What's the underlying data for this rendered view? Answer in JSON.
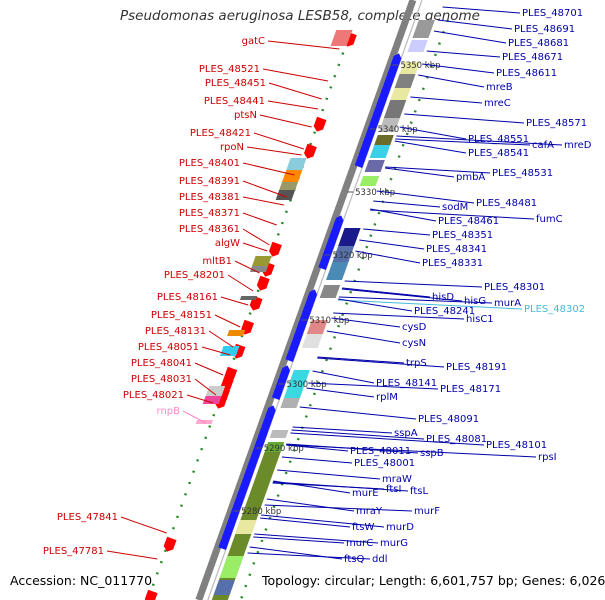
{
  "title": "Pseudomonas aeruginosa LESB58, complete genome",
  "footer": {
    "accession": "Accession: NC_011770",
    "topology": "Topology: circular; Length: 6,601,757 bp; Genes: 6,026"
  },
  "colors": {
    "backbone": "#808080",
    "forward_strand": "#1a1aff",
    "reverse_strand": "#ff0000",
    "left_label": "#cc0000",
    "right_label": "#0000aa",
    "rna_label": "#ff88cc",
    "highlight_label": "#44bbdd",
    "dotted_guide": "#2a8a2a"
  },
  "ticks": [
    {
      "label": "5350 kbp"
    },
    {
      "label": "5340 kbp"
    },
    {
      "label": "5330 kbp"
    },
    {
      "label": "5320 kbp"
    },
    {
      "label": "5310 kbp"
    },
    {
      "label": "5300 kbp"
    },
    {
      "label": "5290 kbp"
    },
    {
      "label": "5280 kbp"
    }
  ],
  "left_labels": [
    {
      "text": "gatC",
      "kind": "gene"
    },
    {
      "text": "PLES_48521",
      "kind": "gene"
    },
    {
      "text": "PLES_48451",
      "kind": "gene"
    },
    {
      "text": "PLES_48441",
      "kind": "gene"
    },
    {
      "text": "ptsN",
      "kind": "gene"
    },
    {
      "text": "PLES_48421",
      "kind": "gene"
    },
    {
      "text": "rpoN",
      "kind": "gene"
    },
    {
      "text": "PLES_48401",
      "kind": "gene"
    },
    {
      "text": "PLES_48391",
      "kind": "gene"
    },
    {
      "text": "PLES_48381",
      "kind": "gene"
    },
    {
      "text": "PLES_48371",
      "kind": "gene"
    },
    {
      "text": "PLES_48361",
      "kind": "gene"
    },
    {
      "text": "algW",
      "kind": "gene"
    },
    {
      "text": "mltB1",
      "kind": "gene"
    },
    {
      "text": "PLES_48201",
      "kind": "gene"
    },
    {
      "text": "PLES_48161",
      "kind": "gene"
    },
    {
      "text": "PLES_48151",
      "kind": "gene"
    },
    {
      "text": "PLES_48131",
      "kind": "gene"
    },
    {
      "text": "PLES_48051",
      "kind": "gene"
    },
    {
      "text": "PLES_48041",
      "kind": "gene"
    },
    {
      "text": "PLES_48031",
      "kind": "gene"
    },
    {
      "text": "PLES_48021",
      "kind": "gene"
    },
    {
      "text": "rnpB",
      "kind": "rna"
    },
    {
      "text": "PLES_47841",
      "kind": "gene"
    },
    {
      "text": "PLES_47781",
      "kind": "gene"
    }
  ],
  "right_labels": [
    {
      "text": "PLES_48701",
      "kind": "gene"
    },
    {
      "text": "PLES_48691",
      "kind": "gene"
    },
    {
      "text": "PLES_48681",
      "kind": "gene"
    },
    {
      "text": "PLES_48671",
      "kind": "gene"
    },
    {
      "text": "PLES_48611",
      "kind": "gene"
    },
    {
      "text": "mreB",
      "kind": "gene"
    },
    {
      "text": "mreC",
      "kind": "gene"
    },
    {
      "text": "PLES_48571",
      "kind": "gene"
    },
    {
      "text": "PLES_48551",
      "kind": "gene"
    },
    {
      "text": "cafA",
      "kind": "gene"
    },
    {
      "text": "mreD",
      "kind": "gene"
    },
    {
      "text": "PLES_48541",
      "kind": "gene"
    },
    {
      "text": "PLES_48531",
      "kind": "gene"
    },
    {
      "text": "pmbA",
      "kind": "gene"
    },
    {
      "text": "PLES_48481",
      "kind": "gene"
    },
    {
      "text": "sodM",
      "kind": "gene"
    },
    {
      "text": "fumC",
      "kind": "gene"
    },
    {
      "text": "PLES_48461",
      "kind": "gene"
    },
    {
      "text": "PLES_48351",
      "kind": "gene"
    },
    {
      "text": "PLES_48341",
      "kind": "gene"
    },
    {
      "text": "PLES_48331",
      "kind": "gene"
    },
    {
      "text": "PLES_48301",
      "kind": "gene"
    },
    {
      "text": "hisD",
      "kind": "gene"
    },
    {
      "text": "hisG",
      "kind": "gene"
    },
    {
      "text": "murA",
      "kind": "gene"
    },
    {
      "text": "PLES_48302",
      "kind": "highlight"
    },
    {
      "text": "PLES_48241",
      "kind": "gene"
    },
    {
      "text": "hisC1",
      "kind": "gene"
    },
    {
      "text": "cysD",
      "kind": "gene"
    },
    {
      "text": "cysN",
      "kind": "gene"
    },
    {
      "text": "trpS",
      "kind": "gene"
    },
    {
      "text": "PLES_48191",
      "kind": "gene"
    },
    {
      "text": "PLES_48141",
      "kind": "gene"
    },
    {
      "text": "PLES_48171",
      "kind": "gene"
    },
    {
      "text": "rplM",
      "kind": "gene"
    },
    {
      "text": "PLES_48091",
      "kind": "gene"
    },
    {
      "text": "sspA",
      "kind": "gene"
    },
    {
      "text": "PLES_48081",
      "kind": "gene"
    },
    {
      "text": "PLES_48101",
      "kind": "gene"
    },
    {
      "text": "PLES_48011",
      "kind": "gene"
    },
    {
      "text": "sspB",
      "kind": "gene"
    },
    {
      "text": "rpsI",
      "kind": "gene"
    },
    {
      "text": "PLES_48001",
      "kind": "gene"
    },
    {
      "text": "mraW",
      "kind": "gene"
    },
    {
      "text": "murE",
      "kind": "gene"
    },
    {
      "text": "ftsI",
      "kind": "gene"
    },
    {
      "text": "ftsL",
      "kind": "gene"
    },
    {
      "text": "mraY",
      "kind": "gene"
    },
    {
      "text": "murF",
      "kind": "gene"
    },
    {
      "text": "ftsW",
      "kind": "gene"
    },
    {
      "text": "murD",
      "kind": "gene"
    },
    {
      "text": "murC",
      "kind": "gene"
    },
    {
      "text": "murG",
      "kind": "gene"
    },
    {
      "text": "ftsQ",
      "kind": "gene"
    },
    {
      "text": "ddl",
      "kind": "gene"
    }
  ]
}
